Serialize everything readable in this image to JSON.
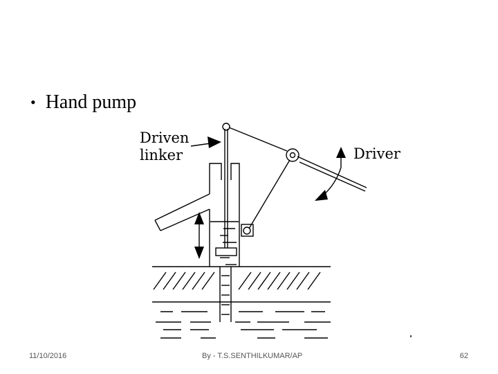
{
  "slide": {
    "bullet_text": "Hand pump"
  },
  "diagram": {
    "labels": {
      "driven_line1": "Driven",
      "driven_line2": "linker",
      "driver": "Driver"
    }
  },
  "footer": {
    "date": "11/10/2016",
    "author": "By - T.S.SENTHILKUMAR/AP",
    "page": "62"
  }
}
